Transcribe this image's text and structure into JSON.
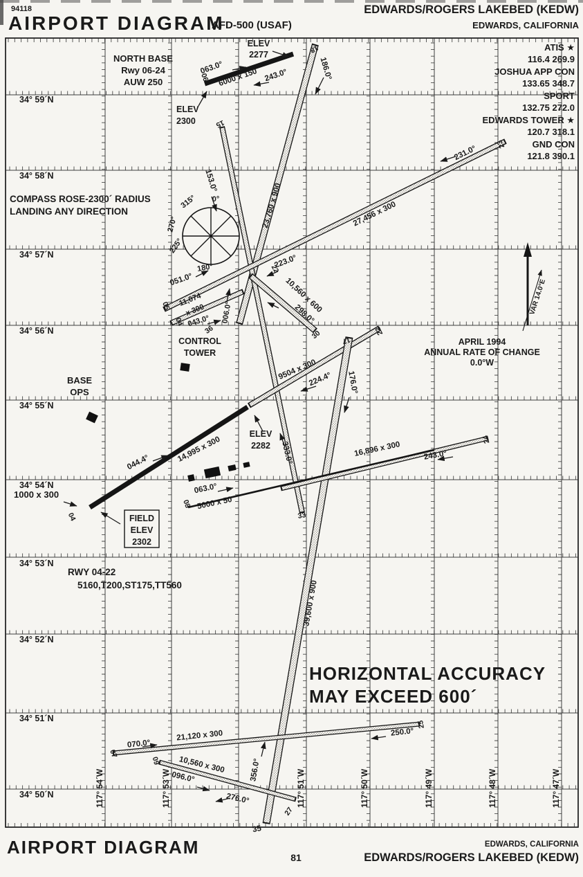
{
  "header": {
    "doc_number": "94118",
    "title": "AIRPORT DIAGRAM",
    "afd_ref": "AFD-500 (USAF)",
    "airport_name": "EDWARDS/ROGERS LAKEBED (KEDW)",
    "location": "EDWARDS, CALIFORNIA"
  },
  "frequencies": {
    "lines": [
      "ATIS ★",
      "116.4 269.9",
      "JOSHUA APP CON",
      "133.65 348.7",
      "SPORT",
      "132.75 272.0",
      "EDWARDS TOWER ★",
      "120.7 318.1",
      "GND CON",
      "121.8 390.1"
    ]
  },
  "latitudes": [
    "34° 59´N",
    "34° 58´N",
    "34° 57´N",
    "34° 56´N",
    "34° 55´N",
    "34° 54´N",
    "34° 53´N",
    "34° 52´N",
    "34° 51´N",
    "34° 50´N"
  ],
  "longitudes": [
    "117° 54´W",
    "117° 53´W",
    "117° 51´W",
    "117° 50´W",
    "117° 49´W",
    "117° 48´W",
    "117° 47´W"
  ],
  "labels": {
    "nb1": "NORTH BASE",
    "nb2": "Rwy 06-24",
    "nb3": "AUW 250",
    "elev2277a": "ELEV",
    "elev2277b": "2277",
    "h063a": "063.0°",
    "d6000": "6000 x 150",
    "h243a": "243.0°",
    "n06": "06",
    "n18": "18",
    "h186": "186.0°",
    "elev2300a": "ELEV",
    "elev2300b": "2300",
    "n15": "15",
    "h153": "153.0°",
    "d23760": "23,760 x 900",
    "d27456": "27,456 x 300",
    "h231": "231.0°",
    "n23": "23",
    "cr1": "COMPASS ROSE-2300´ RADIUS",
    "cr2": "LANDING ANY DIRECTION",
    "c0": "0°",
    "c315": "315°",
    "c270": "270°",
    "c225": "225°",
    "c180": "180°",
    "h051": "051.0°",
    "d11074a": "11,074",
    "d11074b": "x 300",
    "n05": "05",
    "h043": "043.0°",
    "n04c": "04",
    "n36": "36",
    "h006": "006.0°",
    "h223": "223.0°",
    "n22c": "22",
    "ct1": "CONTROL",
    "ct2": "TOWER",
    "d10560a": "10,560 x 600",
    "h298": "298.0°",
    "n30": "30",
    "n17": "17",
    "h176": "176.0°",
    "n22": "22",
    "d9504": "9504 x 300",
    "h2244": "224.4°",
    "ap1": "APRIL 1994",
    "ap2": "ANNUAL RATE OF CHANGE",
    "ap3": "0.0°W",
    "bo1": "BASE",
    "bo2": "OPS",
    "elev2282a": "ELEV",
    "elev2282b": "2282",
    "h044": "044.4°",
    "d14995": "14,995 x 300",
    "h333": "333.0°",
    "n33": "33",
    "d16896": "16,896 x 300",
    "h243b": "243.0°",
    "n24": "24",
    "h063b": "063.0°",
    "d5000": "5000 x 50",
    "n08": "08",
    "s1000": "1000 x 300",
    "n04": "04",
    "fe1": "FIELD",
    "fe2": "ELEV",
    "fe3": "2302",
    "rw1": "RWY 04-22",
    "rw2": "5160,T200,ST175,TT560",
    "d39600": "39,600 x 900",
    "acc1": "HORIZONTAL ACCURACY",
    "acc2": "MAY EXCEED 600´",
    "h070": "070.0°",
    "d21120": "21,120 x 300",
    "n07": "07",
    "h250": "250.0°",
    "n25": "25",
    "n09": "09",
    "d10560b": "10,560 x 300",
    "h096": "096.0°",
    "h276": "276.0°",
    "n27": "27",
    "h356": "356.0°",
    "n35": "35",
    "var": "VAR 14.0°E"
  },
  "footer": {
    "title": "AIRPORT DIAGRAM",
    "page": "81",
    "location": "EDWARDS, CALIFORNIA",
    "airport": "EDWARDS/ROGERS LAKEBED (KEDW)"
  }
}
